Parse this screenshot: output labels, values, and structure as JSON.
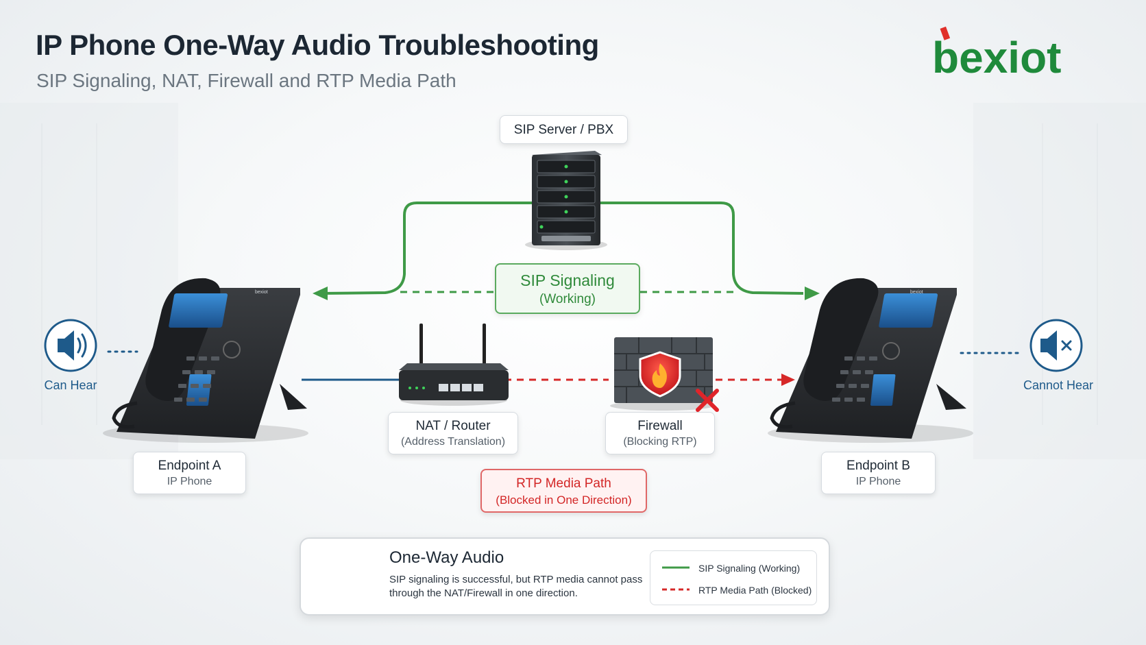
{
  "title": "IP Phone One-Way Audio Troubleshooting",
  "subtitle": "SIP Signaling, NAT, Firewall and RTP Media Path",
  "logo": {
    "text": "bexiot",
    "color": "#1f8a3b",
    "accent": "#e0302a"
  },
  "sip_server": {
    "label": "SIP Server / PBX"
  },
  "sip_signaling": {
    "title": "SIP Signaling",
    "status": "(Working)",
    "color": "#3f9a47"
  },
  "nat": {
    "title": "NAT / Router",
    "subtitle": "(Address Translation)"
  },
  "firewall": {
    "title": "Firewall",
    "subtitle": "(Blocking RTP)"
  },
  "rtp": {
    "title": "RTP Media Path",
    "status": "(Blocked in One Direction)",
    "color": "#d62828"
  },
  "endpoint_a": {
    "title": "Endpoint A",
    "subtitle": "IP Phone",
    "audio_status": "Can Hear",
    "icon": "speaker-on-icon"
  },
  "endpoint_b": {
    "title": "Endpoint B",
    "subtitle": "IP Phone",
    "audio_status": "Cannot Hear",
    "icon": "speaker-muted-icon"
  },
  "phone_screen_brand": "bexiot",
  "summary": {
    "title": "One-Way Audio",
    "description": "SIP signaling is successful, but RTP media cannot pass through the NAT/Firewall in one direction.",
    "icon": "warning-icon"
  },
  "legend": {
    "sip": "SIP Signaling (Working)",
    "rtp": "RTP Media Path (Blocked)"
  },
  "colors": {
    "blue_link": "#1e5a8a",
    "green": "#3f9a47",
    "red": "#d62828"
  }
}
